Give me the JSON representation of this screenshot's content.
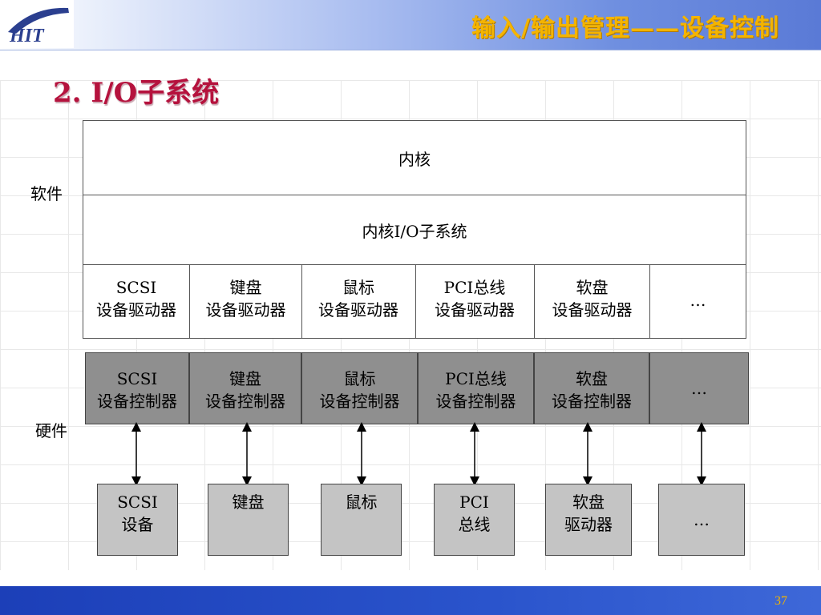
{
  "header": {
    "title": "输入/输出管理——设备控制",
    "logo_text": "HIT"
  },
  "section_title": "2.  I/O子系统",
  "labels": {
    "software": "软件",
    "hardware": "硬件"
  },
  "software": {
    "kernel": "内核",
    "io_subsystem": "内核I/O子系统",
    "drivers": [
      {
        "line1": "SCSI",
        "line2": "设备驱动器"
      },
      {
        "line1": "键盘",
        "line2": "设备驱动器"
      },
      {
        "line1": "鼠标",
        "line2": "设备驱动器"
      },
      {
        "line1": "PCI总线",
        "line2": "设备驱动器"
      },
      {
        "line1": "软盘",
        "line2": "设备驱动器"
      },
      {
        "line1": "…",
        "line2": ""
      }
    ]
  },
  "hardware": {
    "controllers": [
      {
        "line1": "SCSI",
        "line2": "设备控制器"
      },
      {
        "line1": "键盘",
        "line2": "设备控制器"
      },
      {
        "line1": "鼠标",
        "line2": "设备控制器"
      },
      {
        "line1": "PCI总线",
        "line2": "设备控制器"
      },
      {
        "line1": "软盘",
        "line2": "设备控制器"
      },
      {
        "line1": "…",
        "line2": ""
      }
    ],
    "devices": [
      {
        "line1": "SCSI",
        "line2": "设备"
      },
      {
        "line1": "键盘",
        "line2": ""
      },
      {
        "line1": "鼠标",
        "line2": ""
      },
      {
        "line1": "PCI",
        "line2": "总线"
      },
      {
        "line1": "软盘",
        "line2": "驱动器"
      },
      {
        "line1": "…",
        "line2": ""
      }
    ]
  },
  "page_number": "37",
  "colors": {
    "title_accent": "#b5123d",
    "header_text": "#f4b400",
    "controller_fill": "#8f8f8f",
    "device_fill": "#c4c4c4",
    "footer": "#1c3fb8"
  }
}
